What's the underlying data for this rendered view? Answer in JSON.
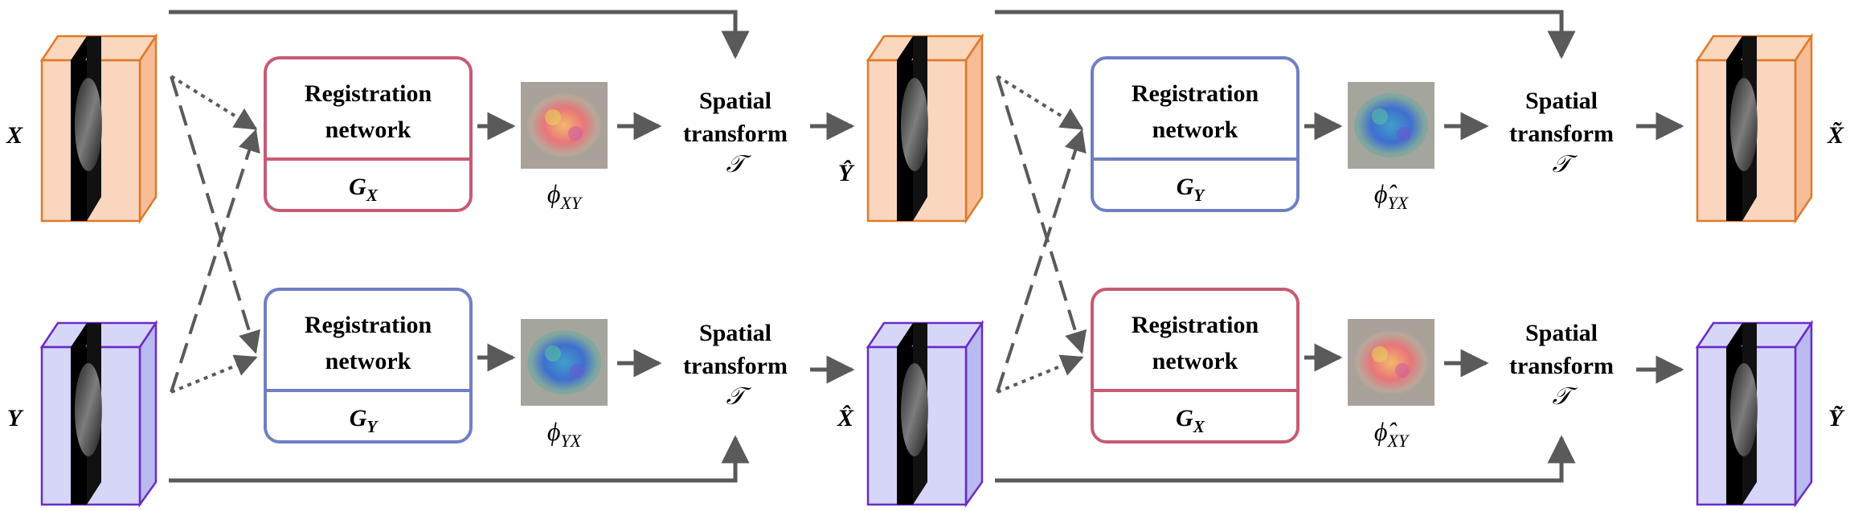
{
  "colors": {
    "x_volume_face": "#f9c8a8",
    "x_volume_edge": "#e07a2a",
    "y_volume_face": "#c7c8f5",
    "y_volume_edge": "#6a2bc9",
    "gx_box": "#c85a72",
    "gy_box": "#6f7fc4",
    "arrow": "#5a5a5a"
  },
  "inputs": {
    "x_label": "X",
    "y_label": "Y"
  },
  "stage1": {
    "top": {
      "box_title_1": "Registration",
      "box_title_2": "network",
      "net_main": "G",
      "net_sub": "X",
      "field_main": "ϕ",
      "field_sub": "XY",
      "st_1": "Spatial",
      "st_2": "transform",
      "st_3": "𝒯",
      "output_label": "Ŷ"
    },
    "bottom": {
      "box_title_1": "Registration",
      "box_title_2": "network",
      "net_main": "G",
      "net_sub": "Y",
      "field_main": "ϕ",
      "field_sub": "YX",
      "st_1": "Spatial",
      "st_2": "transform",
      "st_3": "𝒯",
      "output_label": "X̂"
    }
  },
  "stage2": {
    "top": {
      "box_title_1": "Registration",
      "box_title_2": "network",
      "net_main": "G",
      "net_sub": "Y",
      "field_main": "ϕ̂",
      "field_sub": "YX",
      "st_1": "Spatial",
      "st_2": "transform",
      "st_3": "𝒯",
      "output_label": "X̃"
    },
    "bottom": {
      "box_title_1": "Registration",
      "box_title_2": "network",
      "net_main": "G",
      "net_sub": "X",
      "field_main": "ϕ̂",
      "field_sub": "XY",
      "st_1": "Spatial",
      "st_2": "transform",
      "st_3": "𝒯",
      "output_label": "Ỹ"
    }
  }
}
